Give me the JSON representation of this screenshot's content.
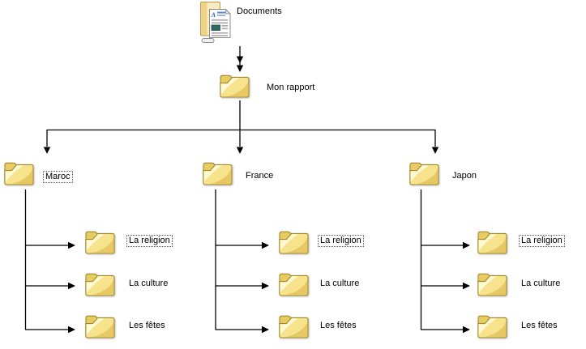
{
  "diagram": {
    "root": {
      "label": "Documents"
    },
    "report": {
      "label": "Mon rapport"
    },
    "branches": [
      {
        "label": "Maroc",
        "selected": true,
        "children": [
          {
            "label": "La religion",
            "selected": true
          },
          {
            "label": "La culture",
            "selected": false
          },
          {
            "label": "Les fêtes",
            "selected": false
          }
        ]
      },
      {
        "label": "France",
        "selected": false,
        "children": [
          {
            "label": "La religion",
            "selected": true
          },
          {
            "label": "La culture",
            "selected": false
          },
          {
            "label": "Les fêtes",
            "selected": false
          }
        ]
      },
      {
        "label": "Japon",
        "selected": false,
        "children": [
          {
            "label": "La religion",
            "selected": true
          },
          {
            "label": "La culture",
            "selected": false
          },
          {
            "label": "Les fêtes",
            "selected": false
          }
        ]
      }
    ]
  },
  "icons": {
    "documents": "documents-folder-icon",
    "folder": "closed-folder-icon"
  },
  "colors": {
    "background": "#FFFFFF",
    "connector": "#000000",
    "folder_fill": "#F7E38C",
    "folder_fill_light": "#FFFBDC",
    "folder_shade": "#E2C05A",
    "folder_outline": "#A08A28",
    "selection_border": "#4A4A4A",
    "text": "#000000"
  }
}
